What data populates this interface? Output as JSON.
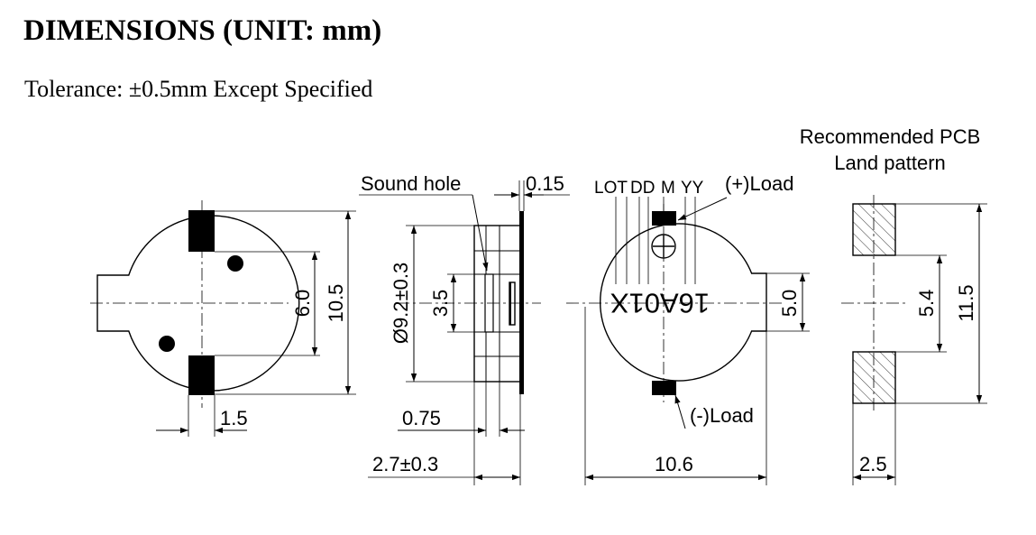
{
  "header": {
    "title": "DIMENSIONS (UNIT: mm)",
    "tolerance": "Tolerance:  ±0.5mm Except Specified"
  },
  "front_view": {
    "dim_outer_height": "10.5",
    "dim_inner_height": "6.0",
    "dim_pad_width": "1.5"
  },
  "side_view": {
    "sound_hole_label": "Sound hole",
    "dim_plate": "0.15",
    "dim_diameter": "Ø9.2±0.3",
    "dim_hole": "3.5",
    "dim_gap": "0.75",
    "dim_thickness": "2.7±0.3"
  },
  "top_view": {
    "marking_labels": [
      "LOT",
      "DD",
      "M",
      "YY"
    ],
    "positive_load": "(+)Load",
    "negative_load": "(-)Load",
    "marking_text": "16A01X",
    "dim_tab": "5.0",
    "dim_width": "10.6"
  },
  "pcb": {
    "title_line1": "Recommended  PCB",
    "title_line2": "Land pattern",
    "dim_gap": "5.4",
    "dim_total": "11.5",
    "dim_pad_width": "2.5"
  }
}
